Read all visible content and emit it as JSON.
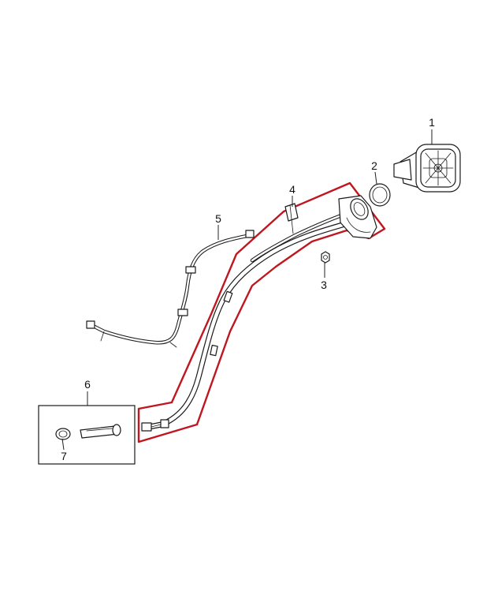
{
  "callouts": {
    "c1": "1",
    "c2": "2",
    "c3": "3",
    "c4": "4",
    "c5": "5",
    "c6": "6",
    "c7": "7"
  },
  "colors": {
    "highlight_outline": "#c0161f",
    "line_art": "#1a1a1a",
    "background": "#ffffff"
  }
}
